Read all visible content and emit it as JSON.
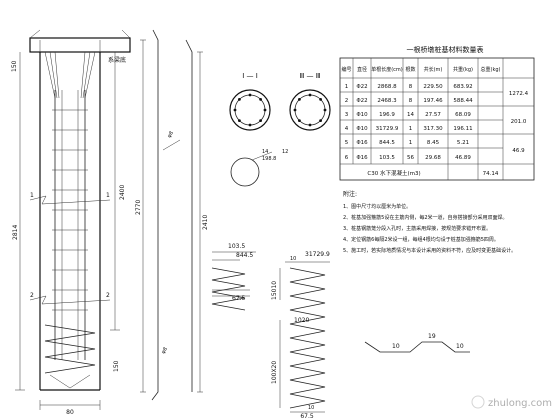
{
  "elevation": {
    "top_label": "系梁底",
    "top_dim": "150",
    "length_2400": "2400",
    "length_2814": "2814",
    "tip_dim": "80",
    "tip_dim_top": "150",
    "label_11_left": "1",
    "label_11_right": "1",
    "label_22_left": "2",
    "label_22_right": "2"
  },
  "rebar_detail": {
    "dim_2770": "2770",
    "dim_2410": "2410",
    "note_1": "φ8",
    "note_2": "φ8"
  },
  "sections": {
    "title_1": "I — I",
    "title_2": "Ⅲ — Ⅲ",
    "ring_dims": [
      "14",
      "12",
      "198.8"
    ]
  },
  "spiral": {
    "dim_top": "103.5",
    "dim_844": "844.5",
    "dim_675": "67.5",
    "dim_15010": "15010",
    "dim_1020": "1020",
    "dim_10": "10",
    "dim_100x20": "100X20",
    "dim_3172": "31729.9",
    "dim_10b": "10",
    "dim_675b": "67.5"
  },
  "hoop_detail": {
    "dims": [
      "10",
      "19",
      "10"
    ]
  },
  "table": {
    "title": "一根桥墩桩基材料数量表",
    "headers": [
      "编号",
      "直径",
      "单根长度(cm)",
      "根数",
      "共长(m)",
      "共重(kg)",
      "总重(kg)"
    ],
    "rows": [
      [
        "1",
        "Φ22",
        "2868.8",
        "8",
        "229.50",
        "683.92"
      ],
      [
        "2",
        "Φ22",
        "2468.3",
        "8",
        "197.46",
        "588.44"
      ],
      [
        "3",
        "Φ10",
        "196.9",
        "14",
        "27.57",
        "68.09"
      ],
      [
        "4",
        "Φ10",
        "31729.9",
        "1",
        "317.30",
        "196.11"
      ],
      [
        "5",
        "Φ16",
        "844.5",
        "1",
        "8.45",
        "5.21"
      ],
      [
        "6",
        "Φ16",
        "103.5",
        "56",
        "29.68",
        "46.89"
      ]
    ],
    "totals": [
      "1272.4",
      "201.0",
      "46.9"
    ],
    "concrete_label": "C30 水下混凝土(m3)",
    "concrete_value": "74.14"
  },
  "notes": {
    "title": "附注:",
    "items": [
      "1、图中尺寸均以厘米为单位。",
      "2、桩基加强箍筋5设在主筋内侧，每2米一道，自身搭接部分采用双面焊。",
      "3、桩基钢筋笼分段入孔时，主筋采用焊接，按规范要求错开布置。",
      "4、定位钢筋6每隔2米设一组，每组4根均匀设于桩基加强箍筋5四周。",
      "5、施工时，若实际地质情况与本设计采用的资料不符，应及时变更基础设计。"
    ]
  },
  "watermark": "zhulong.com"
}
